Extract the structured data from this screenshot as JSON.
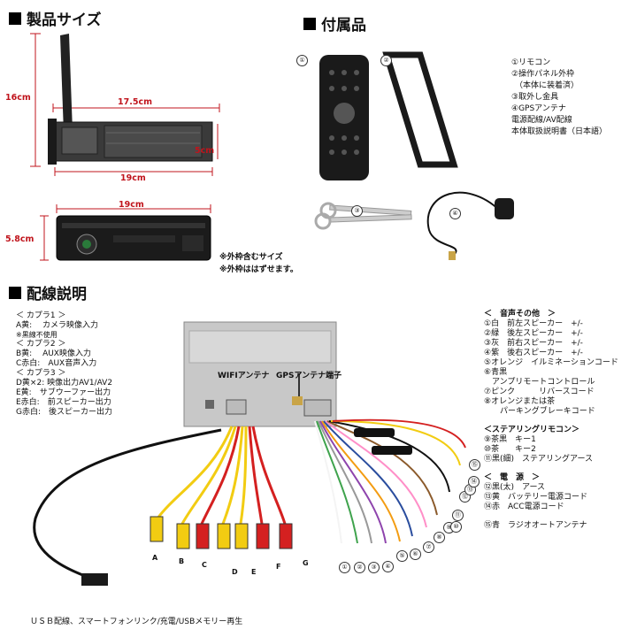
{
  "sections": {
    "size_title": "製品サイズ",
    "accessories_title": "付属品",
    "wiring_title": "配線説明"
  },
  "dimensions": {
    "height_side": "16cm",
    "depth_top": "17.5cm",
    "depth_bottom": "19cm",
    "chassis_height": "5cm",
    "front_width": "19cm",
    "front_height": "5.8cm"
  },
  "notes": {
    "frame_included": "※外枠含むサイズ",
    "frame_removed": "※外枠ははずせます。"
  },
  "accessories": {
    "markers": [
      "①",
      "②",
      "③",
      "④"
    ],
    "list": [
      "①リモコン",
      "②操作パネル外枠",
      "（本体に装着済）",
      "③取外し金具",
      "④GPSアンテナ",
      "電源配線/AV配線",
      "本体取扱説明書（日本語）"
    ]
  },
  "coupler_legend": [
    "＜ カプラ1 ＞",
    "A黄:　 カメラ映像入力",
    "※黒線不使用",
    "＜ カプラ2 ＞",
    "B黄:　 AUX映像入力",
    "C赤白:　AUX音声入力",
    "＜ カプラ3 ＞",
    "D黄×2: 映像出力AV1/AV2",
    "E黄:　サブウーファー出力",
    "E赤白:　前スピーカー出力",
    "G赤白:　後スピーカー出力"
  ],
  "connector_labels": {
    "wifi": "WIFIアンテナ",
    "gps": "GPSアンテナ端子"
  },
  "rca_letters": [
    "A",
    "B",
    "C",
    "D",
    "E",
    "F",
    "G"
  ],
  "wire_numbers_bottom": [
    "①",
    "②",
    "③",
    "④",
    "⑤",
    "⑥",
    "⑦",
    "⑧"
  ],
  "wire_numbers_right": [
    "⑨",
    "⑩",
    "⑪",
    "⑫",
    "⑬",
    "⑭",
    "⑮"
  ],
  "wiring_legend": {
    "audio_title": "＜　音声その他　＞",
    "audio": [
      "①白　前左スピーカー　+/-",
      "②緑　後左スピーカー　+/-",
      "③灰　前右スピーカー　+/-",
      "④紫　後右スピーカー　+/-",
      "⑤オレンジ　イルミネーションコード",
      "⑥青黒",
      "　アンプリモートコントロール",
      "⑦ピンク　　　リバースコード",
      "⑧オレンジまたは茶",
      "　　パーキングブレーキコード"
    ],
    "steering_title": "＜ステアリングリモコン＞",
    "steering": [
      "⑨茶黒　キー1",
      "⑩茶　　キー2",
      "⑪黒(細)　ステアリングアース"
    ],
    "power_title": "＜　電　源　＞",
    "power": [
      "⑫黒(太)　アース",
      "⑬黄　バッテリー電源コード",
      "⑭赤　ACC電源コード"
    ],
    "antenna": "⑮青　ラジオオートアンテナ"
  },
  "usb_caption": "ＵＳＢ配線、スマートフォンリンク/充電/USBメモリー再生",
  "colors": {
    "dimension_red": "#c0141c",
    "rca_yellow": "#f2cc12",
    "rca_red": "#d42020",
    "rca_white": "#eeeeee"
  }
}
